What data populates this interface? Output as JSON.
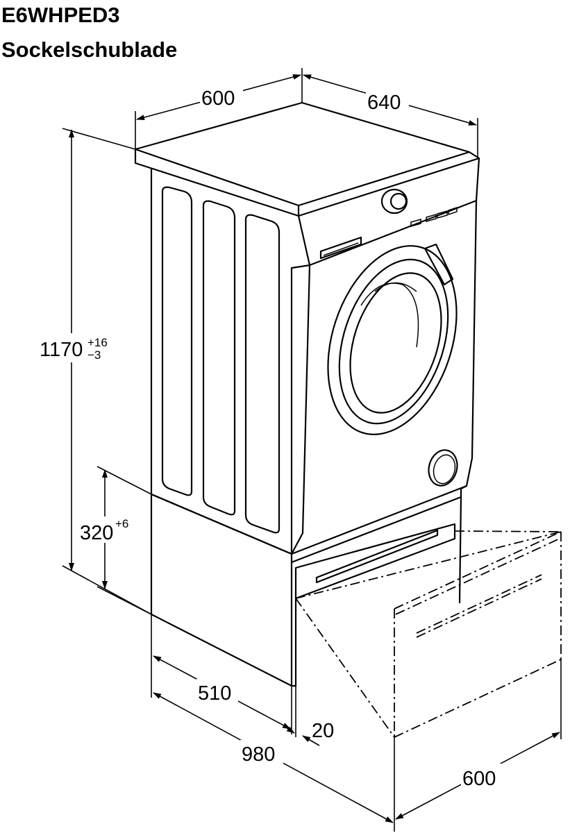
{
  "header": {
    "model": "E6WHPED3",
    "product": "Sockelschublade"
  },
  "dimensions": {
    "width_top": "600",
    "depth_top": "640",
    "total_height": "1170",
    "total_height_tol_plus": "+16",
    "total_height_tol_minus": "−3",
    "pedestal_height": "320",
    "pedestal_height_tol": "+6",
    "pedestal_depth": "510",
    "total_depth_open": "980",
    "front_panel": "20",
    "drawer_width": "600"
  },
  "icons": {
    "machine": "washing-machine-icon",
    "pedestal": "pedestal-drawer-icon"
  }
}
